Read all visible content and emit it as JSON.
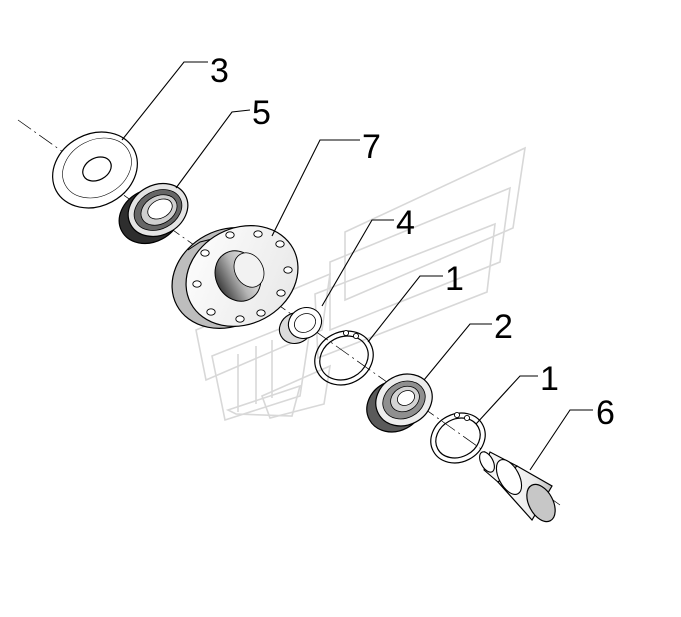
{
  "colors": {
    "background": "#ffffff",
    "line": "#000000",
    "part_fill": "#ffffff",
    "shade_dark": "#4a4a4a",
    "shade_mid": "#9a9a9a",
    "shade_light": "#d6d6d6",
    "watermark": "#d8d8d8"
  },
  "callouts": [
    {
      "id": "callout-3",
      "label": "3"
    },
    {
      "id": "callout-5",
      "label": "5"
    },
    {
      "id": "callout-7",
      "label": "7"
    },
    {
      "id": "callout-4",
      "label": "4"
    },
    {
      "id": "callout-1-upper",
      "label": "1"
    },
    {
      "id": "callout-2",
      "label": "2"
    },
    {
      "id": "callout-1-lower",
      "label": "1"
    },
    {
      "id": "callout-6",
      "label": "6"
    }
  ]
}
